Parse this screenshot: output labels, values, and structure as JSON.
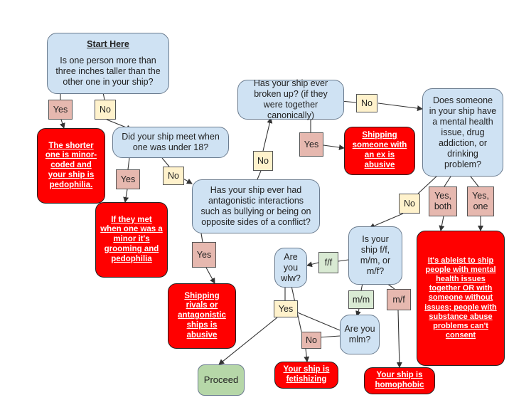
{
  "colors": {
    "question_fill": "#cfe2f3",
    "outcome_bad_fill": "#ff0000",
    "outcome_ok_fill": "#b6d7a8",
    "yes_label_fill": "#e6b8af",
    "no_label_fill": "#fff2cc",
    "ff_mm_label_fill": "#d9ead3",
    "mf_label_fill": "#e6b8af",
    "edge_color": "#333333"
  },
  "nodes": {
    "start": {
      "title": "Start Here",
      "text": "Is one person more than three inches taller than the other one in your ship?"
    },
    "q_met_under_18": {
      "text": "Did your ship meet when one was under 18?"
    },
    "q_broken_up": {
      "text": "Has your ship ever broken up? (if they were together canonically)"
    },
    "q_mental_health": {
      "text": "Does someone in your ship have a mental health issue, drug addiction, or drinking problem?"
    },
    "q_antagonistic": {
      "text": "Has your ship ever had antagonistic interactions such as bullying or being on opposite sides of a conflict?"
    },
    "q_ship_type": {
      "text": "Is your ship f/f, m/m, or m/f?"
    },
    "q_wlw": {
      "text": "Are you wlw?"
    },
    "q_mlm": {
      "text": "Are you mlm?"
    },
    "out_minor_coded": {
      "text": "The shorter one is minor-coded and your ship is pedophilia."
    },
    "out_grooming": {
      "text": "If they met when one was a minor it's grooming and pedophilia"
    },
    "out_ex_abusive": {
      "text": "Shipping someone with an ex is abusive"
    },
    "out_rivals": {
      "text": "Shipping rivals or antagonistic ships is abusive"
    },
    "out_ableist": {
      "text": "It's ableist to ship people with mental health issues together OR with someone without issues; people with substance abuse problems can't consent"
    },
    "out_proceed": {
      "text": "Proceed"
    },
    "out_fetishizing": {
      "text": "Your ship is fetishizing"
    },
    "out_homophobic": {
      "text": "Your ship is homophobic"
    }
  },
  "labels": {
    "yes_start": "Yes",
    "no_start": "No",
    "yes_met": "Yes",
    "no_met": "No",
    "no_antag": "No",
    "yes_antag": "Yes",
    "yes_broken": "Yes",
    "no_broken": "No",
    "no_mental": "No",
    "yes_both": "Yes, both",
    "yes_one": "Yes, one",
    "ff": "f/f",
    "mm": "m/m",
    "mf": "m/f",
    "yes_wlw": "Yes",
    "no_wlw": "No"
  }
}
